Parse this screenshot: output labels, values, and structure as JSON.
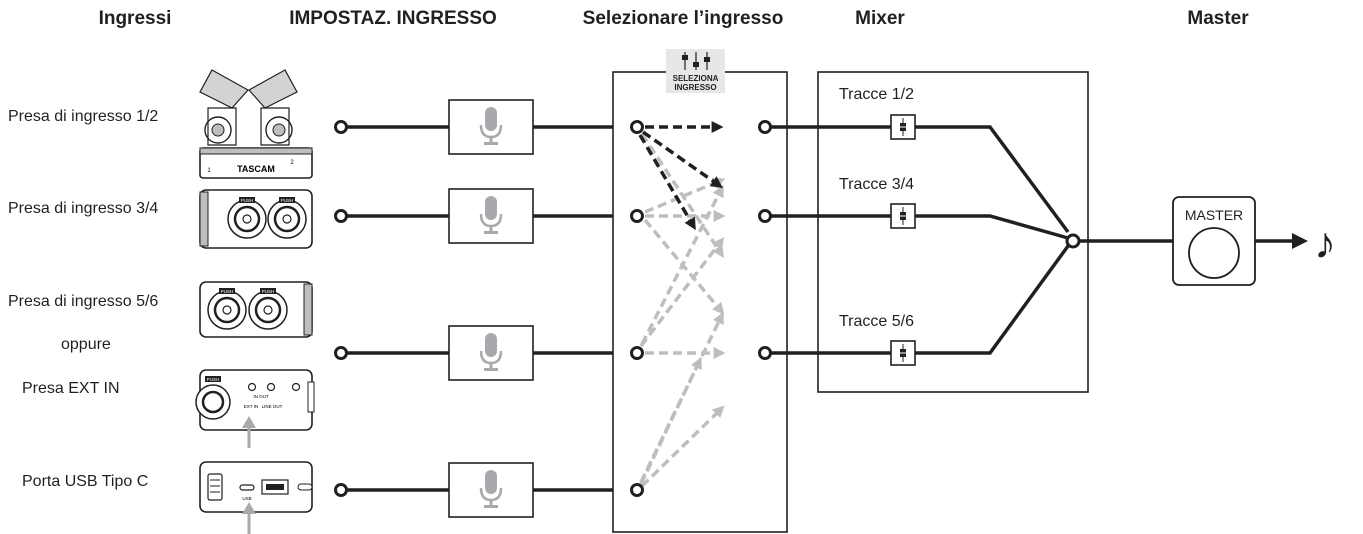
{
  "headers": {
    "inputs": "Ingressi",
    "input_settings": "IMPOSTAZ. INGRESSO",
    "select_input": "Selezionare l’ingresso",
    "mixer": "Mixer",
    "master": "Master"
  },
  "sources": [
    {
      "label": "Presa di ingresso 1/2"
    },
    {
      "label": "Presa di ingresso 3/4"
    },
    {
      "label": "Presa di ingresso 5/6"
    },
    {
      "label": "oppure"
    },
    {
      "label": "Presa EXT IN"
    },
    {
      "label": "Porta USB Tipo C"
    }
  ],
  "select_icon": {
    "line1": "SELEZIONA",
    "line2": "INGRESSO"
  },
  "tracks": [
    {
      "label": "Tracce 1/2"
    },
    {
      "label": "Tracce 3/4"
    },
    {
      "label": "Tracce 5/6"
    }
  ],
  "master_box": {
    "label": "MASTER"
  },
  "device_brand": "TASCAM",
  "device_labels": {
    "ch1": "1",
    "ch2": "2",
    "push_a": "PUSH",
    "push_b": "PUSH",
    "push_c": "PUSH",
    "push_d": "PUSH",
    "push_e": "PUSH",
    "ext_in": "EXT IN",
    "line_out": "LINE OUT",
    "in_out": "IN  OUT",
    "usb": "USB"
  },
  "output_symbol": "♪",
  "colors": {
    "line": "#231f20",
    "gray_arrow": "#bcbec0",
    "fill_gray": "#e6e7e8",
    "icon_gray": "#a7a9ac"
  }
}
